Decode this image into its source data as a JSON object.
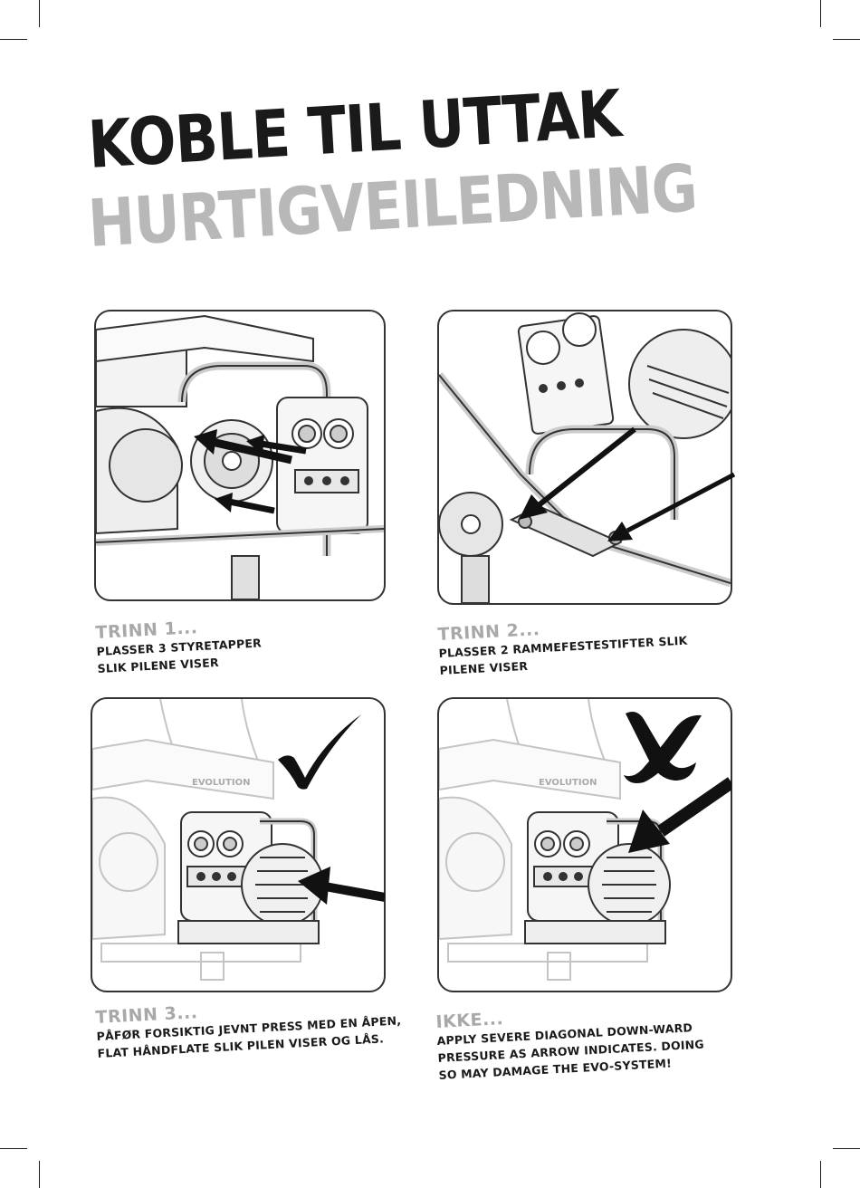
{
  "header": {
    "title": "KOBLE TIL UTTAK",
    "subtitle": "HURTIGVEILEDNING"
  },
  "steps": [
    {
      "label": "TRINN 1...",
      "line1": "PLASSER 3 STYRETAPPER",
      "line2": "SLIK PILENE VISER"
    },
    {
      "label": "TRINN 2...",
      "line1": "PLASSER 2 RAMMEFESTESTIFTER SLIK",
      "line2": "PILENE VISER"
    },
    {
      "label": "TRINN 3...",
      "line1": "PÅFØR FORSIKTIG JEVNT PRESS MED EN ÅPEN,",
      "line2": "FLAT HÅNDFLATE SLIK PILEN VISER OG LÅS."
    },
    {
      "label": "IKKE...",
      "line1": "APPLY SEVERE DIAGONAL DOWN-WARD",
      "line2": "PRESSURE AS ARROW INDICATES. DOING",
      "line3": "SO MAY DAMAGE THE EVO-SYSTEM!"
    }
  ],
  "brand_label": "EVOLUTION",
  "icons": [
    "arrow-icon",
    "check-mark-icon",
    "cross-mark-icon"
  ],
  "colors": {
    "title": "#1a1a1a",
    "subtitle": "#b8b8b8",
    "step_label": "#a8a8a8",
    "line_art": "#333333"
  }
}
